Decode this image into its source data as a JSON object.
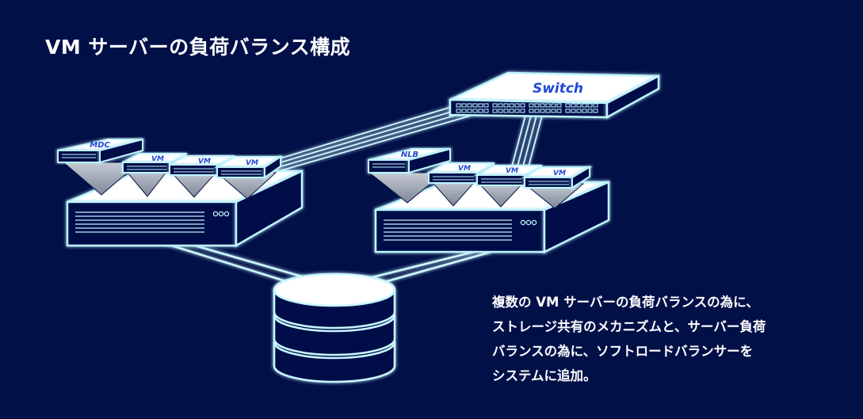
{
  "title": "VM サーバーの負荷バランス構成",
  "description": {
    "lines": [
      "複数の VM サーバーの負荷バランスの為に、",
      "ストレージ共有のメカニズムと、サーバー負荷",
      "バランスの為に、ソフトロードバランサーを",
      "システムに追加。"
    ]
  },
  "diagram": {
    "switch": {
      "label": "Switch"
    },
    "left_host": {
      "controller_label": "MDC",
      "vm_labels": [
        "VM",
        "VM",
        "VM"
      ]
    },
    "right_host": {
      "controller_label": "NLB",
      "vm_labels": [
        "VM",
        "VM",
        "VM"
      ]
    }
  },
  "colors": {
    "background": "#021048",
    "line": "#b8f6ff",
    "glow": "#55e6ff",
    "label": "#1f49d6",
    "cone_gray": "#9aa1b0"
  }
}
